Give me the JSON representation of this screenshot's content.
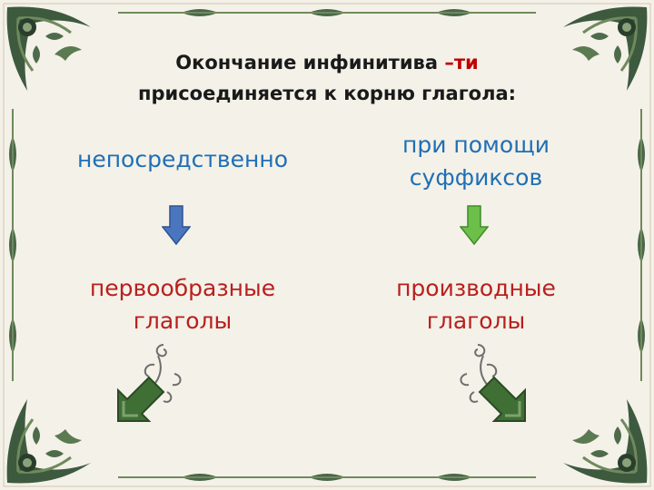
{
  "title": {
    "line1_prefix": "Окончание инфинитива ",
    "line1_accent": "–ти",
    "line2": "присоединяется к корню глагола:"
  },
  "left": {
    "top": "непосредственно",
    "bottom_line1": "первообразные",
    "bottom_line2": "глаголы"
  },
  "right": {
    "top_line1": "при помощи",
    "top_line2": "суффиксов",
    "bottom_line1": "производные",
    "bottom_line2": "глаголы"
  },
  "icons": {
    "left_arrow": "arrow-down-icon",
    "right_arrow": "arrow-down-icon",
    "left_ornament": "ornamental-arrow-icon",
    "right_ornament": "ornamental-arrow-icon"
  },
  "colors": {
    "blue_text": "#1f6fb5",
    "red_text": "#b8201e",
    "green_text": "#3a7d2c",
    "accent": "#c00000",
    "blue_arrow": "#4a76c0",
    "green_arrow": "#6cc04a",
    "frame": "#2f4a34"
  }
}
